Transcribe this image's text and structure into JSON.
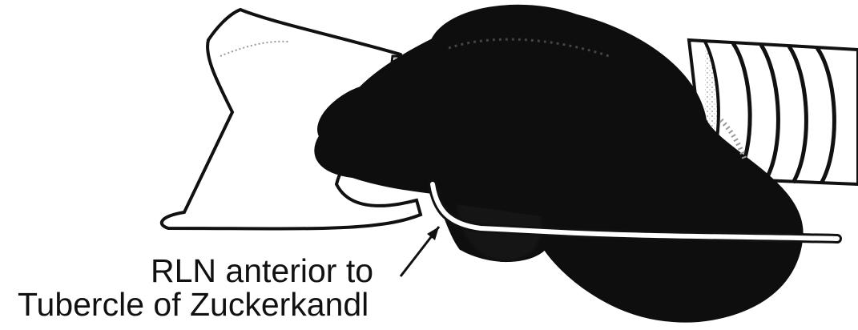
{
  "illustration": {
    "subject": "thyroid-lobe-anatomy",
    "colors": {
      "ink": "#111111",
      "paper": "#ffffff",
      "shading": "#9a9a9a"
    }
  },
  "annotation": {
    "line1": "RLN anterior to",
    "line2": "Tubercle of Zuckerkandl"
  }
}
